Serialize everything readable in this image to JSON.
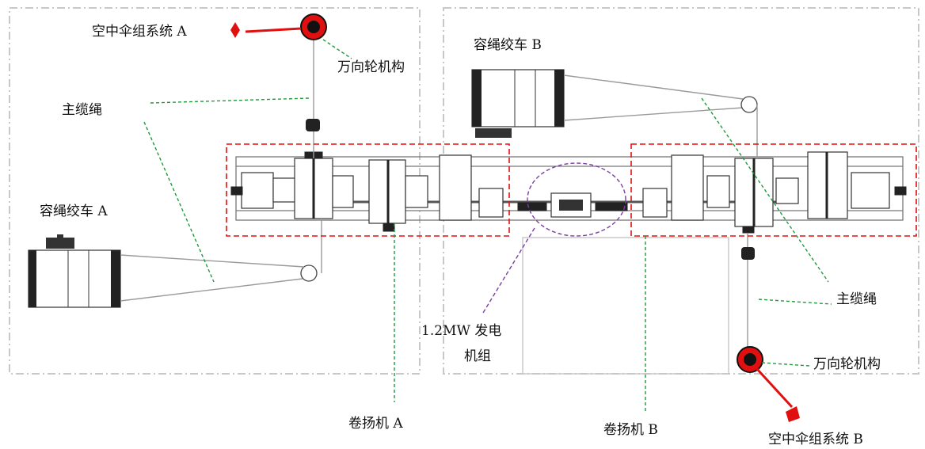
{
  "labels": {
    "parafoil_a": "空中伞组系统 A",
    "parafoil_b": "空中伞组系统 B",
    "swivel_a": "万向轮机构",
    "swivel_b": "万向轮机构",
    "main_cable_a": "主缆绳",
    "main_cable_b": "主缆绳",
    "storage_winch_a": "容绳绞车 A",
    "storage_winch_b": "容绳绞车 B",
    "hoist_a": "卷扬机 A",
    "hoist_b": "卷扬机 B",
    "generator_line1": "1.2MW 发电",
    "generator_line2": "机组"
  },
  "colors": {
    "highlight_box": "#e01010",
    "leader_line": "#1f9a3a",
    "generator_outline": "#7a3fa0",
    "swivel_fill": "#e01010"
  }
}
